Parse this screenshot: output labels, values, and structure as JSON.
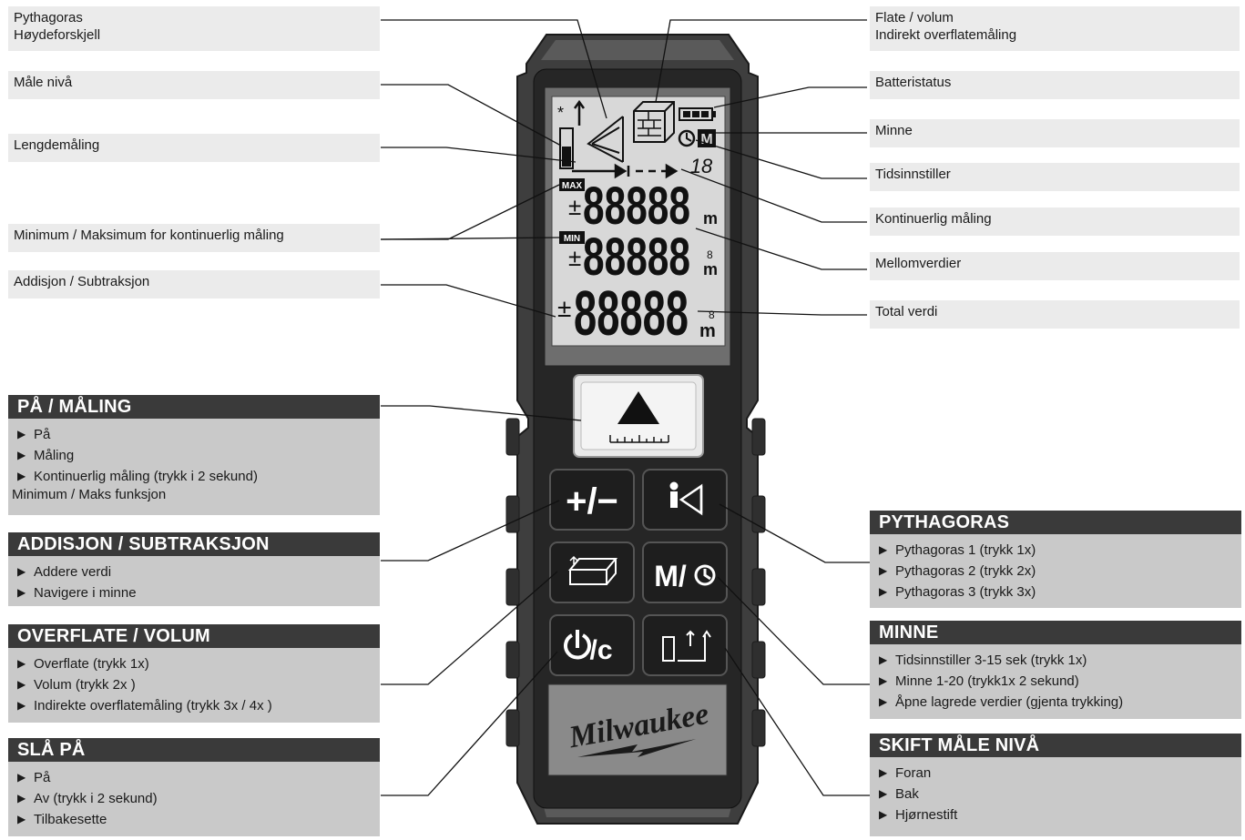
{
  "labels_left": [
    {
      "id": "pythagoras-hoyde",
      "text": "Pythagoras\nHøydeforskjell"
    },
    {
      "id": "male-niva",
      "text": "Måle nivå"
    },
    {
      "id": "lengdemaling",
      "text": "Lengdemåling"
    },
    {
      "id": "min-max",
      "text": "Minimum / Maksimum for kontinuerlig måling"
    },
    {
      "id": "addisjon",
      "text": "Addisjon / Subtraksjon"
    }
  ],
  "labels_right": [
    {
      "id": "flate-volum",
      "text": "Flate / volum\nIndirekt overflatemåling"
    },
    {
      "id": "batteristatus",
      "text": "Batteristatus"
    },
    {
      "id": "minne",
      "text": "Minne"
    },
    {
      "id": "tidsinnstiller",
      "text": "Tidsinnstiller"
    },
    {
      "id": "kontinuerlig",
      "text": "Kontinuerlig måling"
    },
    {
      "id": "mellomverdier",
      "text": "Mellomverdier"
    },
    {
      "id": "total-verdi",
      "text": "Total verdi"
    }
  ],
  "cards_left": [
    {
      "id": "pa-maling",
      "title": "PÅ / MÅLING",
      "items": [
        "På",
        "Måling",
        "Kontinuerlig måling (trykk i 2 sekund)"
      ],
      "sub": "Minimum / Maks funksjon"
    },
    {
      "id": "addisjon-subtraksjon",
      "title": "ADDISJON / SUBTRAKSJON",
      "items": [
        "Addere verdi",
        "Navigere i minne"
      ]
    },
    {
      "id": "overflate-volum",
      "title": "OVERFLATE / VOLUM",
      "items": [
        "Overflate (trykk 1x)",
        "Volum (trykk 2x )",
        "Indirekte overflatemåling (trykk 3x / 4x )"
      ]
    },
    {
      "id": "sla-pa",
      "title": "SLÅ PÅ",
      "items": [
        "På",
        "Av (trykk i 2 sekund)",
        "Tilbakesette"
      ]
    }
  ],
  "cards_right": [
    {
      "id": "pythagoras",
      "title": "PYTHAGORAS",
      "items": [
        "Pythagoras 1 (trykk 1x)",
        "Pythagoras 2 (trykk 2x)",
        "Pythagoras 3 (trykk 3x)"
      ]
    },
    {
      "id": "minne-card",
      "title": "MINNE",
      "items": [
        "Tidsinnstiller 3-15 sek (trykk 1x)",
        "Minne 1-20 (trykk1x 2 sekund)",
        "Åpne lagrede verdier (gjenta trykking)"
      ]
    },
    {
      "id": "skift-male-niva",
      "title": "SKIFT MÅLE NIVÅ",
      "items": [
        "Foran",
        "Bak",
        "Hjørnestift"
      ]
    }
  ],
  "device": {
    "brand": "Milwaukee",
    "lcd": {
      "max_badge": "MAX",
      "min_badge": "MIN",
      "memory_badge": "M",
      "memory_number": "18",
      "digits": "88888",
      "plus_minus": "±",
      "unit_m": "m",
      "superscript": "8"
    },
    "buttons": {
      "plus_minus": "+/−",
      "memory_timer": "M/",
      "power_clear": "/c"
    }
  },
  "colors": {
    "label_bg": "#ebebeb",
    "card_head": "#3a3a3a",
    "card_body": "#c9c9c9",
    "device_body": "#3c3c3c",
    "lcd_bg": "#d6d6d6"
  }
}
